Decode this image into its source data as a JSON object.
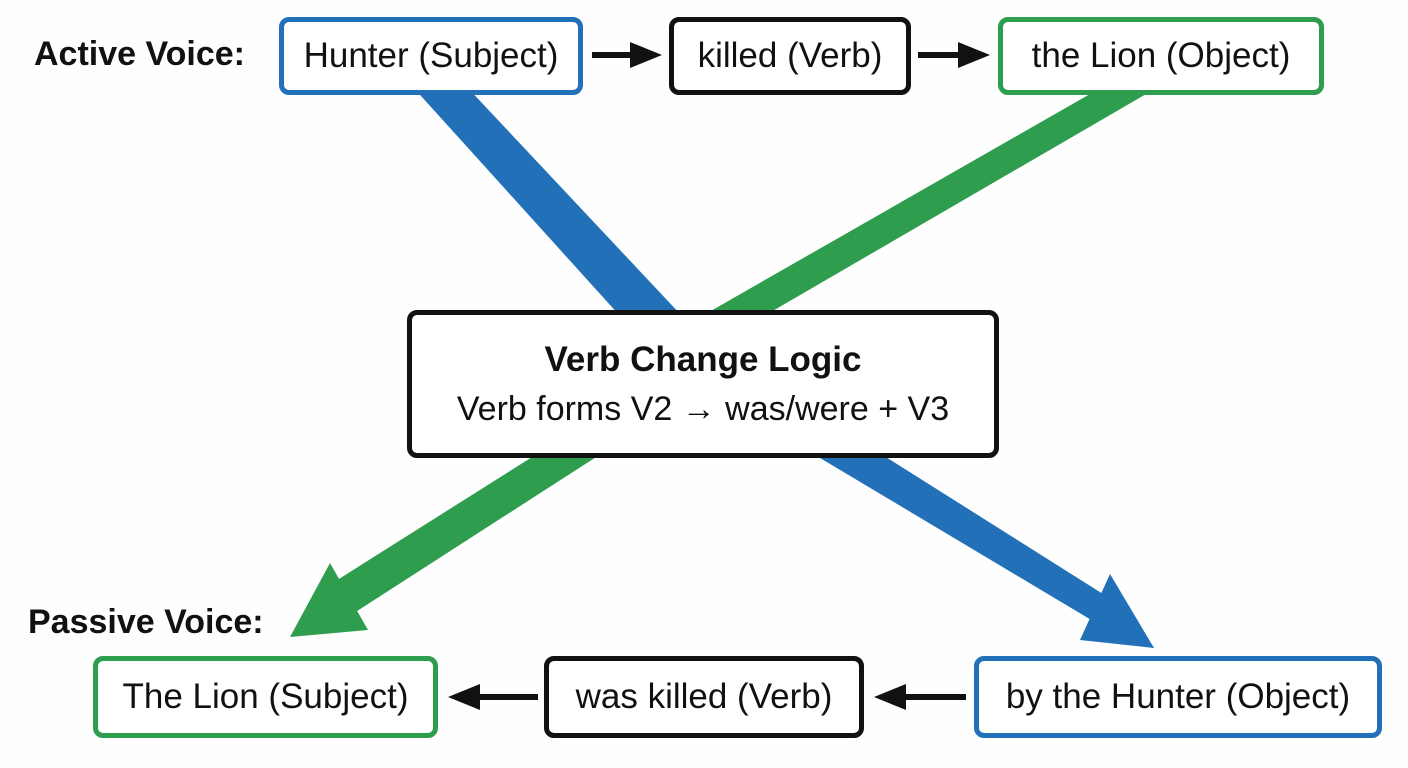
{
  "active": {
    "label": "Active Voice:",
    "subject": "Hunter (Subject)",
    "verb": "killed (Verb)",
    "object": "the Lion (Object)"
  },
  "center": {
    "title": "Verb Change Logic",
    "rule": "Verb forms V2 → was/were + V3"
  },
  "passive": {
    "label": "Passive Voice:",
    "subject": "The Lion (Subject)",
    "verb": "was killed (Verb)",
    "object": "by the Hunter (Object)"
  },
  "colors": {
    "subject_path": "#2271b8",
    "object_path": "#2e9e4e",
    "verb": "#111111"
  }
}
